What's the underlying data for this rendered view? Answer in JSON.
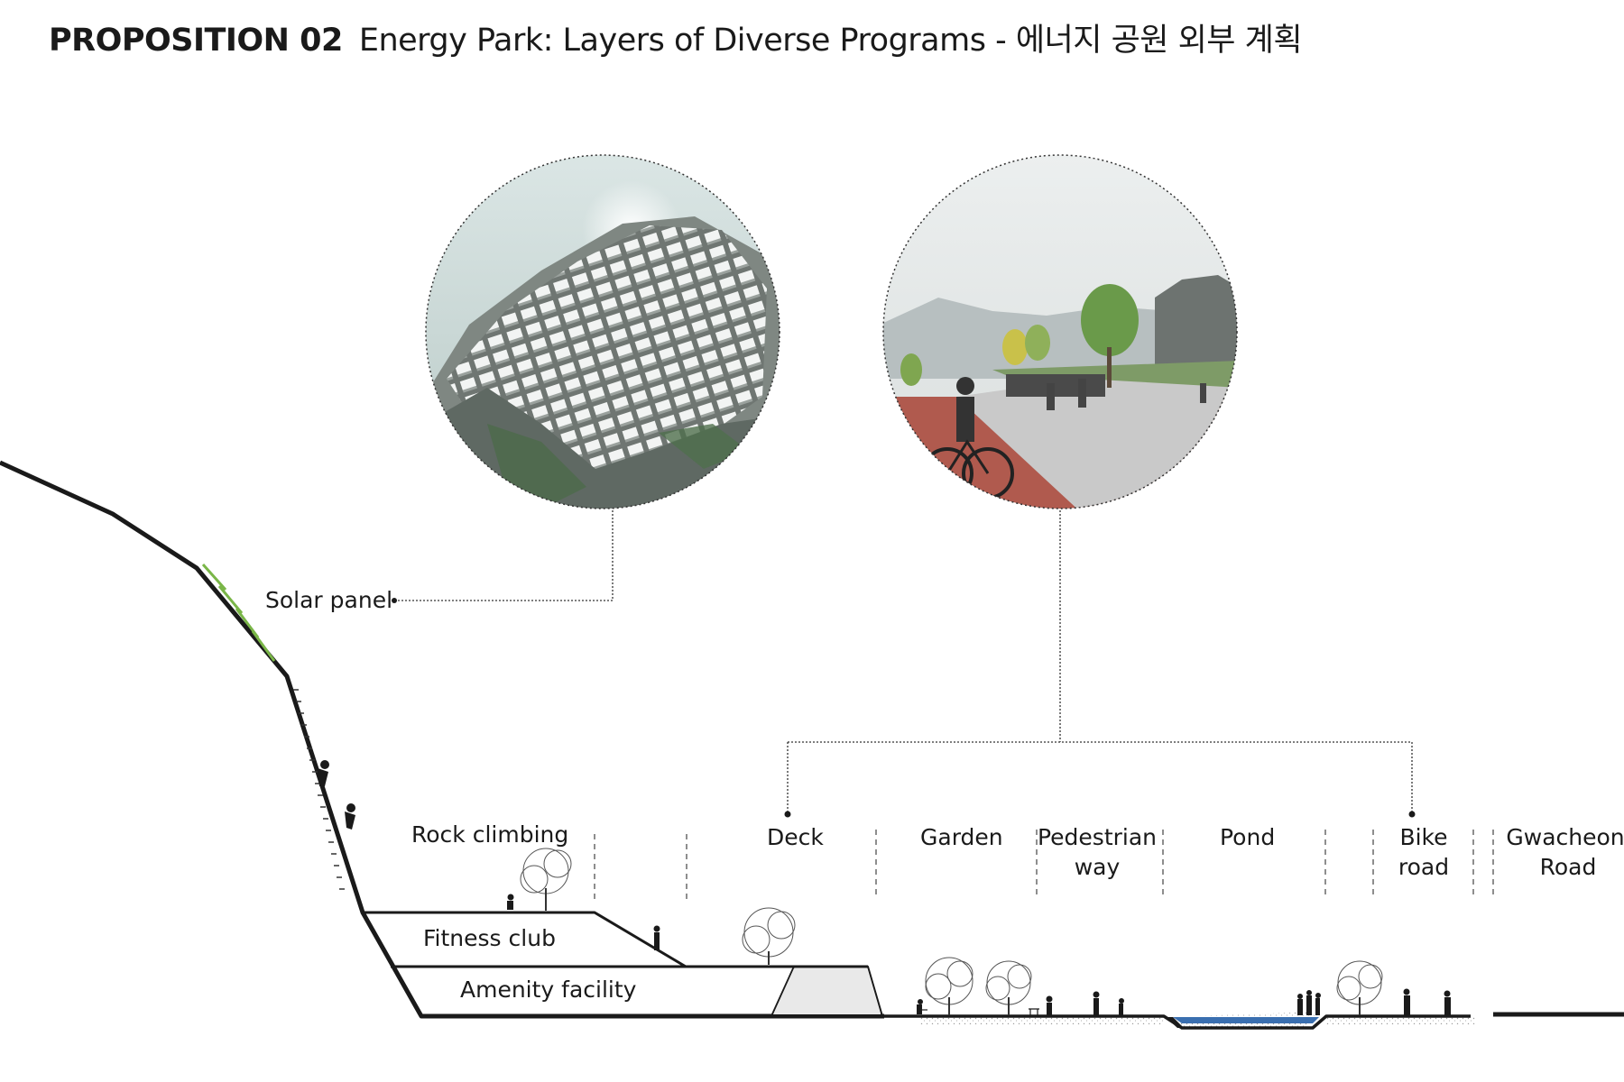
{
  "title": {
    "bold": "PROPOSITION 02",
    "rest": "Energy Park: Layers of Diverse Programs - 에너지 공원 외부 계획"
  },
  "labels": {
    "solar_panel": "Solar panel",
    "rock_climbing": "Rock climbing",
    "fitness_club": "Fitness club",
    "amenity_facility": "Amenity facility",
    "deck": "Deck",
    "garden": "Garden",
    "pedestrian_line1": "Pedestrian",
    "pedestrian_line2": "way",
    "pond": "Pond",
    "bike_line1": "Bike",
    "bike_line2": "road",
    "gwacheon_line1": "Gwacheon",
    "gwacheon_line2": "Road"
  },
  "colors": {
    "line": "#1a1a1a",
    "solar_green": "#7ab648",
    "pond_blue": "#3a6fb0",
    "sky": "#cfdedd",
    "rock": "#8e9590"
  },
  "images": [
    "solar-panel-cliff-rendering",
    "park-cyclist-rendering"
  ]
}
